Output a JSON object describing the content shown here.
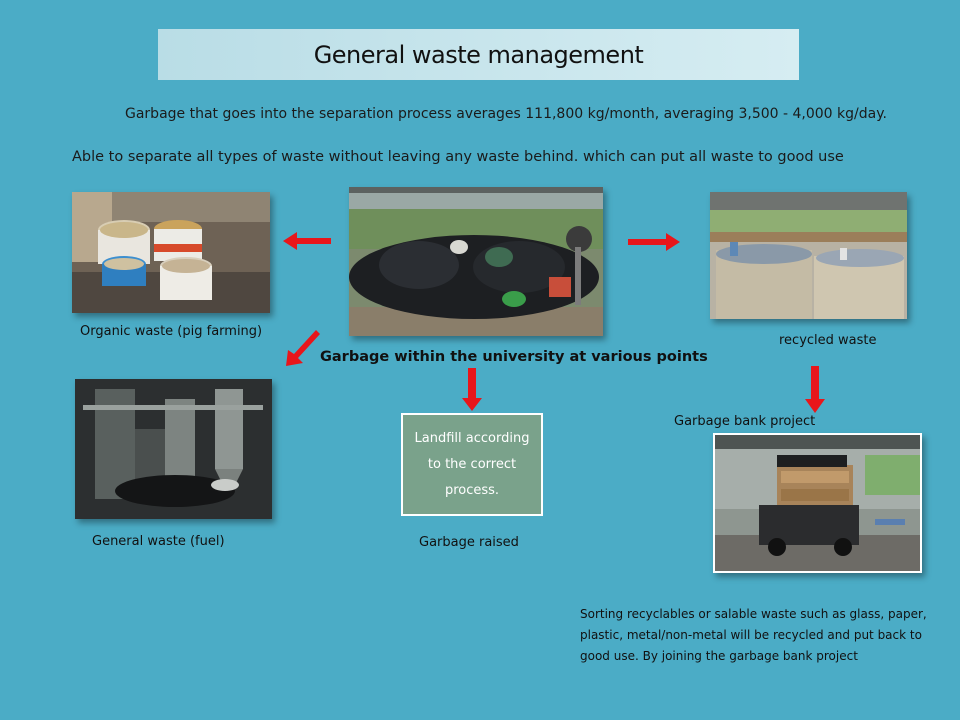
{
  "title": "General waste management",
  "intro": {
    "line1": "Garbage that goes into the separation process averages 111,800 kg/month, averaging 3,500 - 4,000 kg/day.",
    "line2": "Able to separate all types of waste without leaving any waste behind. which can put all waste to good use"
  },
  "center": {
    "caption": "Garbage within the university at various points",
    "image": "garbage-pile-photo"
  },
  "organic": {
    "caption": "Organic waste (pig farming)",
    "image": "food-waste-buckets-photo"
  },
  "recycled": {
    "caption": "recycled waste",
    "image": "recycling-sacks-photo"
  },
  "general": {
    "caption": "General waste (fuel)",
    "image": "incinerator-plant-photo"
  },
  "landfill": {
    "box_text": "Landfill according to the correct process.",
    "caption": "Garbage raised"
  },
  "bank": {
    "label": "Garbage bank project",
    "image": "loaded-truck-photo",
    "note": "Sorting recyclables or salable waste such as glass, paper, plastic, metal/non-metal will be recycled and put back to good use. By joining the garbage bank project"
  },
  "colors": {
    "background": "#4bacc6",
    "arrow": "#e8161b",
    "landfill_box": "#7aa28b",
    "title_box": "#c7e5ec"
  },
  "icons": [
    "arrow-left",
    "arrow-right",
    "arrow-down",
    "arrow-down-left"
  ]
}
